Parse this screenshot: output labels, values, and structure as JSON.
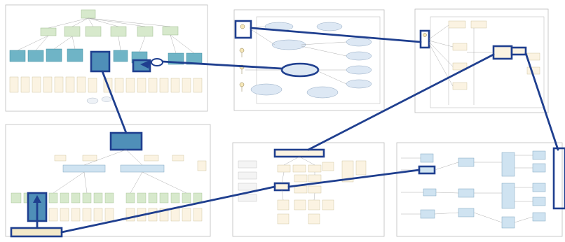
{
  "panels": [
    {
      "id": "requirements-tree",
      "title": ""
    },
    {
      "id": "usecase-diagram",
      "title": ""
    },
    {
      "id": "sequence-diagram",
      "title": ""
    },
    {
      "id": "function-tree",
      "title": ""
    },
    {
      "id": "block-definition",
      "title": ""
    },
    {
      "id": "internal-block",
      "title": ""
    }
  ],
  "colors": {
    "highlight_stroke": "#1f3f8f",
    "highlight_fill": "#4f8fb8",
    "teal_box": "#6fb4c6",
    "green_box": "#d7e9cc",
    "cream_box": "#fbf3e2",
    "usecase_fill": "#dde8f4",
    "light_blue_box": "#cfe3f1",
    "panel_border": "#bdbdbd"
  },
  "connectors": [
    {
      "from": "usecase-actor",
      "to": "sequence-actor"
    },
    {
      "from": "usecase-ellipse",
      "to": "requirements-node"
    },
    {
      "from": "requirements-node",
      "to": "function-tree-node"
    },
    {
      "from": "function-tree-footer",
      "to": "block-definition-item"
    },
    {
      "from": "block-definition-header",
      "to": "sequence-lifeline"
    },
    {
      "from": "sequence-lifeline-right",
      "to": "internal-block-edge"
    }
  ]
}
